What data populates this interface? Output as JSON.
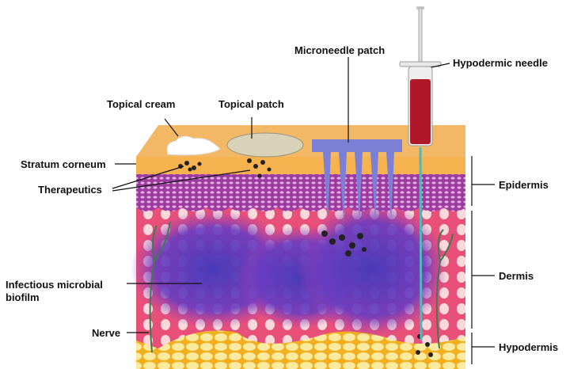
{
  "labels": {
    "topical_cream": "Topical cream",
    "topical_patch": "Topical patch",
    "microneedle_patch": "Microneedle patch",
    "hypodermic_needle": "Hypodermic needle",
    "stratum_corneum": "Stratum corneum",
    "therapeutics": "Therapeutics",
    "epidermis": "Epidermis",
    "infectious_biofilm_line1": "Infectious microbial",
    "infectious_biofilm_line2": "biofilm",
    "dermis": "Dermis",
    "nerve": "Nerve",
    "hypodermis": "Hypodermis"
  },
  "colors": {
    "skin_surface": "#f2b866",
    "stratum_corneum": "#f5b24e",
    "epidermis": "#9c3aa0",
    "dermis": "#e8507a",
    "hypodermis": "#f6d86a",
    "biofilm": "#5a3cb0",
    "microneedle": "#7b7fd6",
    "syringe_fluid": "#b0182a",
    "needle": "#4fb8b8"
  }
}
